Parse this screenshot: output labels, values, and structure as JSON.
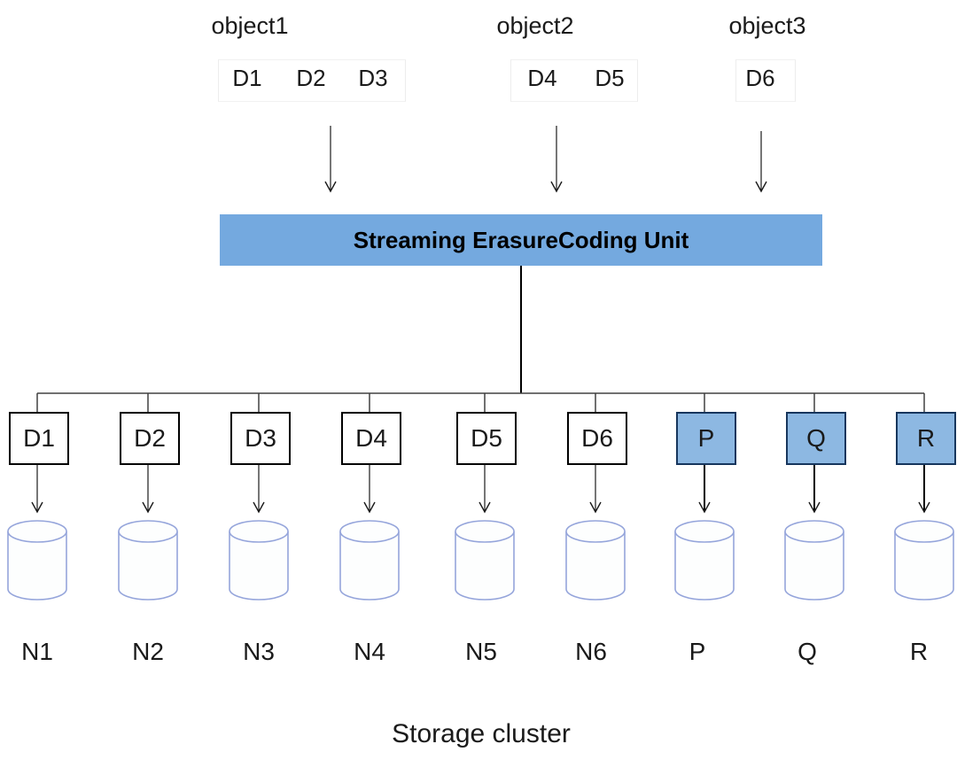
{
  "diagram_title": "Streaming ErasureCoding Unit",
  "objects": [
    {
      "name": "object1",
      "chunks": [
        "D1",
        "D2",
        "D3"
      ]
    },
    {
      "name": "object2",
      "chunks": [
        "D4",
        "D5"
      ]
    },
    {
      "name": "object3",
      "chunks": [
        "D6"
      ]
    }
  ],
  "storage": {
    "boxes": [
      {
        "label": "D1",
        "type": "data"
      },
      {
        "label": "D2",
        "type": "data"
      },
      {
        "label": "D3",
        "type": "data"
      },
      {
        "label": "D4",
        "type": "data"
      },
      {
        "label": "D5",
        "type": "data"
      },
      {
        "label": "D6",
        "type": "data"
      },
      {
        "label": "P",
        "type": "parity"
      },
      {
        "label": "Q",
        "type": "parity"
      },
      {
        "label": "R",
        "type": "parity"
      }
    ],
    "node_labels": [
      "N1",
      "N2",
      "N3",
      "N4",
      "N5",
      "N6",
      "P",
      "Q",
      "R"
    ],
    "caption": "Storage cluster"
  },
  "colors": {
    "ec_unit_fill": "#74A9DF",
    "parity_box_fill": "#8DB8E2",
    "parity_box_border": "#17365D",
    "data_box_border": "#000000",
    "cylinder_stroke": "#95A5DB",
    "line_color": "#404040",
    "text_color": "#1A1A1A"
  }
}
